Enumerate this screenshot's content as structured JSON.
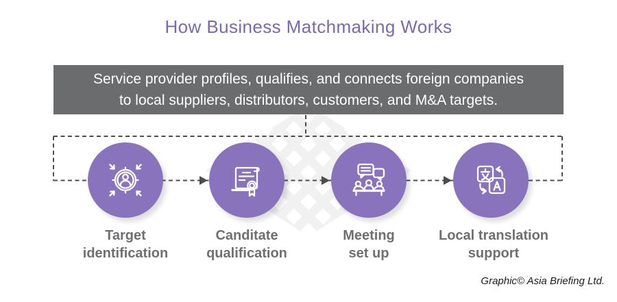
{
  "title": "How Business Matchmaking Works",
  "banner": {
    "lines": [
      "Service provider profiles, qualifies, and connects foreign companies",
      "to local suppliers, distributors, customers, and M&A targets."
    ]
  },
  "steps": [
    {
      "icon": "target-identification-icon",
      "lines": [
        "Target",
        "identification"
      ]
    },
    {
      "icon": "certificate-icon",
      "lines": [
        "Canditate",
        "qualification"
      ]
    },
    {
      "icon": "meeting-icon",
      "lines": [
        "Meeting",
        "set up"
      ]
    },
    {
      "icon": "translation-icon",
      "lines": [
        "Local translation",
        "support"
      ]
    }
  ],
  "credit": "Graphic© Asia Briefing Ltd.",
  "colors": {
    "title_purple": "#7D68B0",
    "banner_gray": "#6B6C6E",
    "circle_purple": "#8973BD",
    "label_gray": "#6E6F72",
    "dash_gray": "#4D4D4F",
    "watermark_gray": "#F1F1F1",
    "credit_black": "#1B1B1B"
  }
}
